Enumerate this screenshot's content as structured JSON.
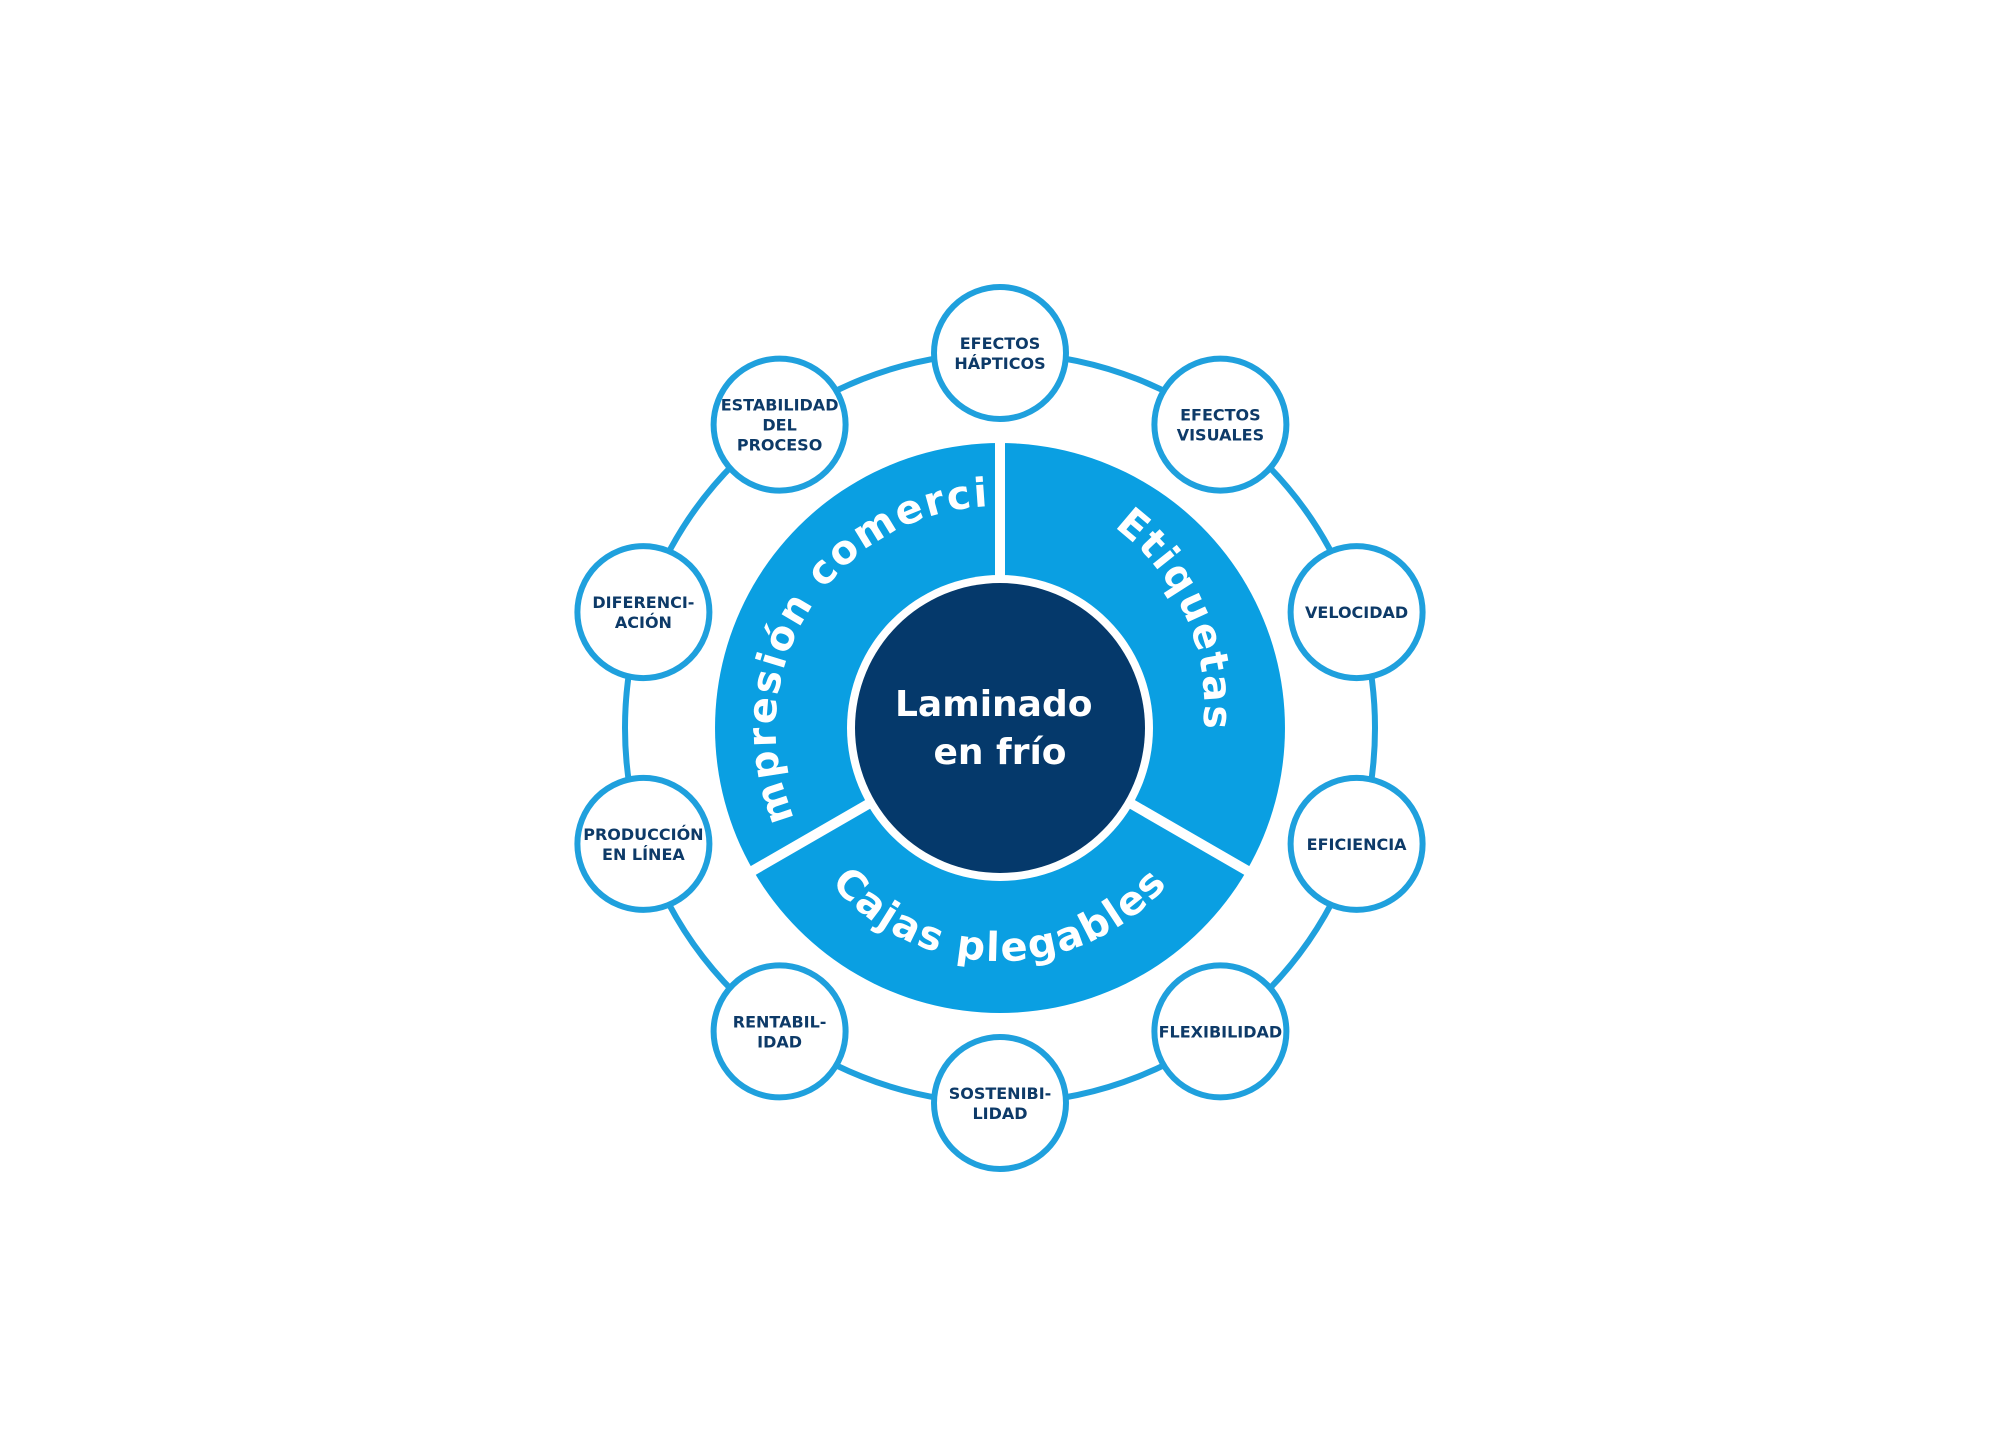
{
  "colors": {
    "accent": "#1fa0dd",
    "segment": "#0a9fe2",
    "center": "#05396b",
    "node_text": "#0d3a68",
    "white": "#ffffff"
  },
  "center": {
    "lines": [
      "Laminado",
      "en frío"
    ]
  },
  "segments": [
    {
      "id": "impresion",
      "label": "Impresión comercial"
    },
    {
      "id": "etiquetas",
      "label": "Etiquetas"
    },
    {
      "id": "cajas",
      "label": "Cajas plegables"
    }
  ],
  "nodes": [
    {
      "id": "efectos-hapticos",
      "lines": [
        "EFECTOS",
        "HÁPTICOS"
      ]
    },
    {
      "id": "efectos-visuales",
      "lines": [
        "EFECTOS",
        "VISUALES"
      ]
    },
    {
      "id": "velocidad",
      "lines": [
        "VELOCIDAD"
      ]
    },
    {
      "id": "eficiencia",
      "lines": [
        "EFICIENCIA"
      ]
    },
    {
      "id": "flexibilidad",
      "lines": [
        "FLEXIBILIDAD"
      ]
    },
    {
      "id": "sostenibilidad",
      "lines": [
        "SOSTENIBI-",
        "LIDAD"
      ]
    },
    {
      "id": "rentabilidad",
      "lines": [
        "RENTABIL-",
        "IDAD"
      ]
    },
    {
      "id": "produccion-en-linea",
      "lines": [
        "PRODUCCIÓN",
        "EN LÍNEA"
      ]
    },
    {
      "id": "diferenciacion",
      "lines": [
        "DIFERENCI-",
        "ACIÓN"
      ]
    },
    {
      "id": "estabilidad-del-proceso",
      "lines": [
        "ESTABILIDAD",
        "DEL",
        "PROCESO"
      ]
    }
  ]
}
